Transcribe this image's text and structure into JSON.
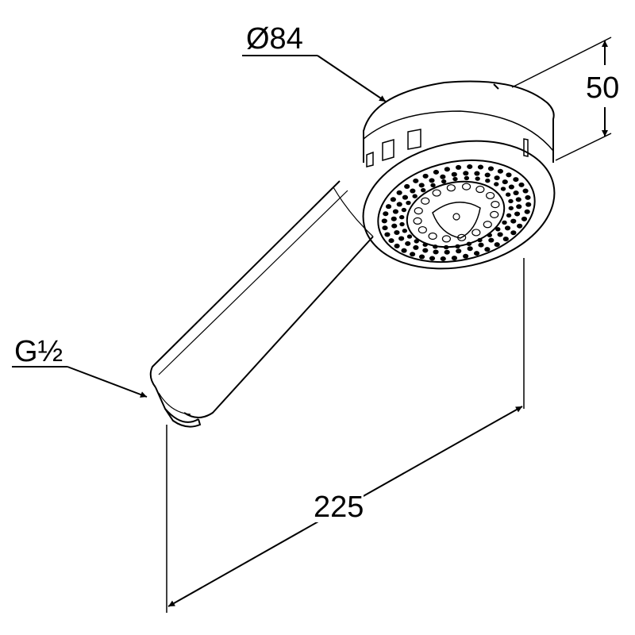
{
  "drawing": {
    "diameter_label": "Ø84",
    "height_label": "50",
    "length_label": "225",
    "thread_label": "G½",
    "line_color": "#000000",
    "background": "#ffffff"
  }
}
